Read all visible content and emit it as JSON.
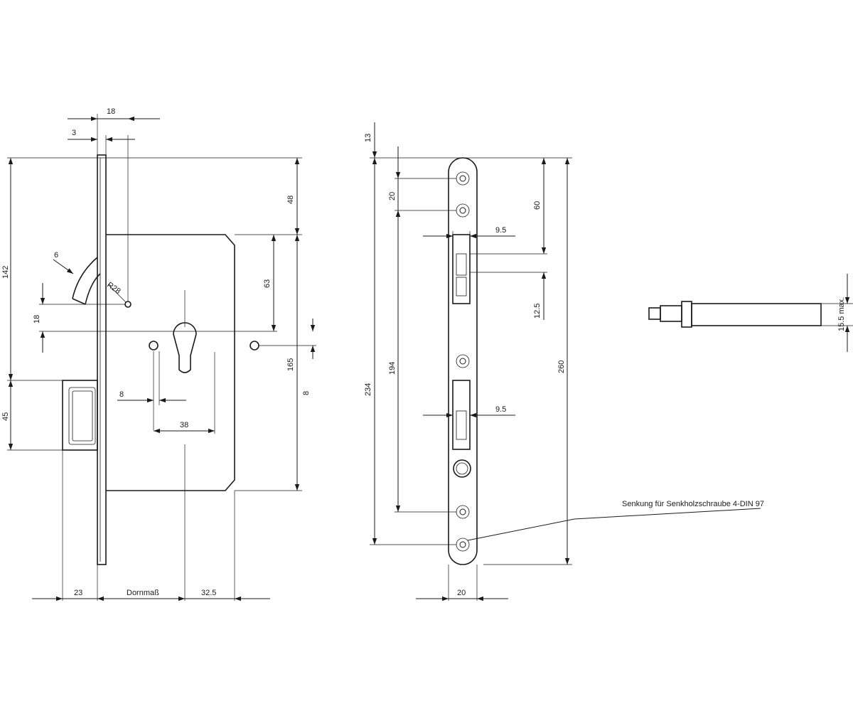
{
  "drawing": {
    "view_lock": {
      "dims": {
        "d18_top": "18",
        "d3": "3",
        "d142": "142",
        "d48": "48",
        "d63": "63",
        "d165": "165",
        "d18_left": "18",
        "d8_right": "8",
        "d45": "45",
        "d8_bottom": "8",
        "d38": "38",
        "d6": "6",
        "r28": "R28",
        "d23": "23",
        "dornmass": "Dornmaß",
        "d32_5": "32.5"
      }
    },
    "view_faceplate": {
      "dims": {
        "d13": "13",
        "d20_top": "20",
        "d60": "60",
        "d9_5_top": "9.5",
        "d12_5": "12.5",
        "d234": "234",
        "d194": "194",
        "d260": "260",
        "d9_5_mid": "9.5",
        "d20_bottom": "20"
      },
      "note": "Senkung für Senkholzschraube 4-DIN 97"
    },
    "view_pin": {
      "dims": {
        "d15_5": "15.5 max."
      }
    }
  }
}
